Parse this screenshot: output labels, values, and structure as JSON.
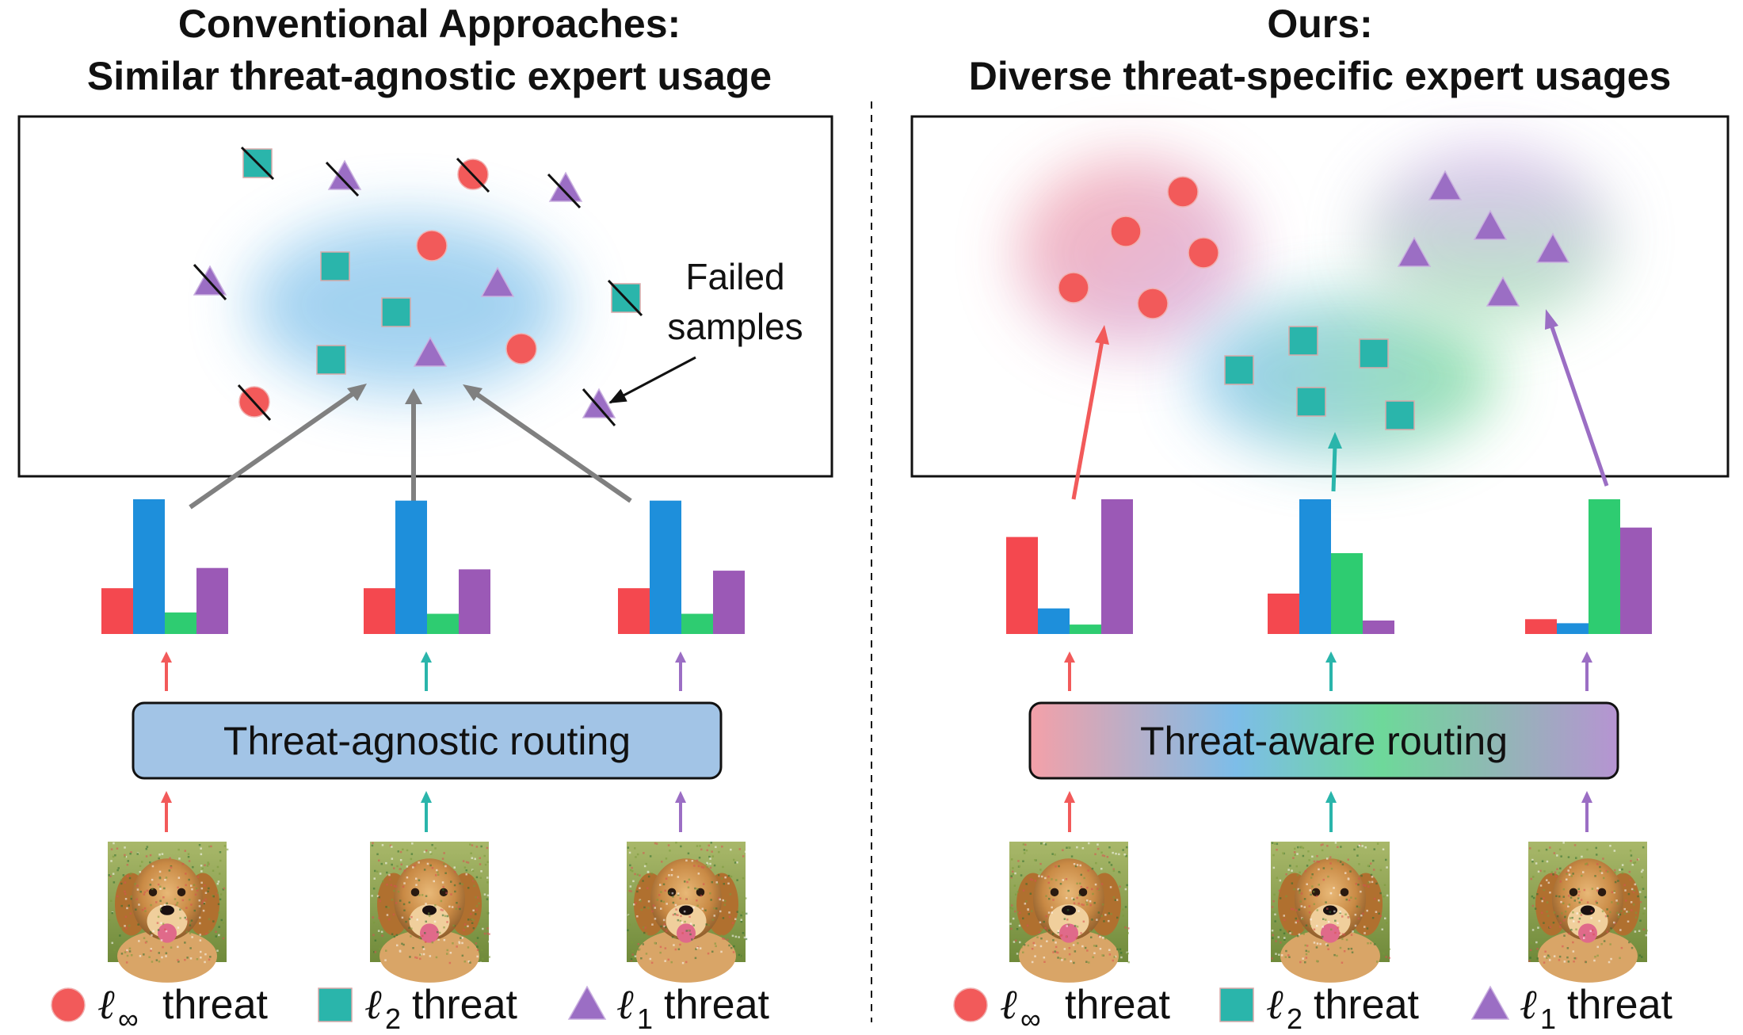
{
  "left": {
    "title_line1": "Conventional Approaches:",
    "title_line2": "Similar threat-agnostic expert usage",
    "annotation_line1": "Failed",
    "annotation_line2": "samples",
    "routing_label": "Threat-agnostic routing",
    "expert_usage": [
      {
        "values": [
          0.34,
          1.0,
          0.16,
          0.49
        ]
      },
      {
        "values": [
          0.34,
          0.99,
          0.15,
          0.48
        ]
      },
      {
        "values": [
          0.34,
          0.99,
          0.15,
          0.47
        ]
      }
    ]
  },
  "right": {
    "title_line1": "Ours:",
    "title_line2": "Diverse threat-specific expert usages",
    "routing_label": "Threat-aware routing",
    "expert_usage": [
      {
        "values": [
          0.72,
          0.19,
          0.07,
          1.0
        ]
      },
      {
        "values": [
          0.3,
          1.0,
          0.6,
          0.1
        ]
      },
      {
        "values": [
          0.11,
          0.08,
          1.0,
          0.79
        ]
      }
    ]
  },
  "legend": [
    {
      "shape": "circle",
      "symbol": "ℓ",
      "subscript": "∞",
      "label": "threat",
      "color": "#f25a5a"
    },
    {
      "shape": "square",
      "symbol": "ℓ",
      "subscript": "2",
      "label": "threat",
      "color": "#2ab5ab"
    },
    {
      "shape": "triangle",
      "symbol": "ℓ",
      "subscript": "1",
      "label": "threat",
      "color": "#9b6ec4"
    }
  ],
  "colors": {
    "linf": "#f25a5a",
    "l2": "#2ab5ab",
    "l1": "#9b6ec4",
    "expert_bars": [
      "#f4484f",
      "#1e8fdb",
      "#2ecc71",
      "#9b59b6"
    ],
    "agnostic_routing_fill": "#a2c4e6",
    "gray_arrow": "#808080"
  },
  "icons": [
    "dog-photo-icon",
    "failed-strike-icon",
    "arrow-icon"
  ]
}
